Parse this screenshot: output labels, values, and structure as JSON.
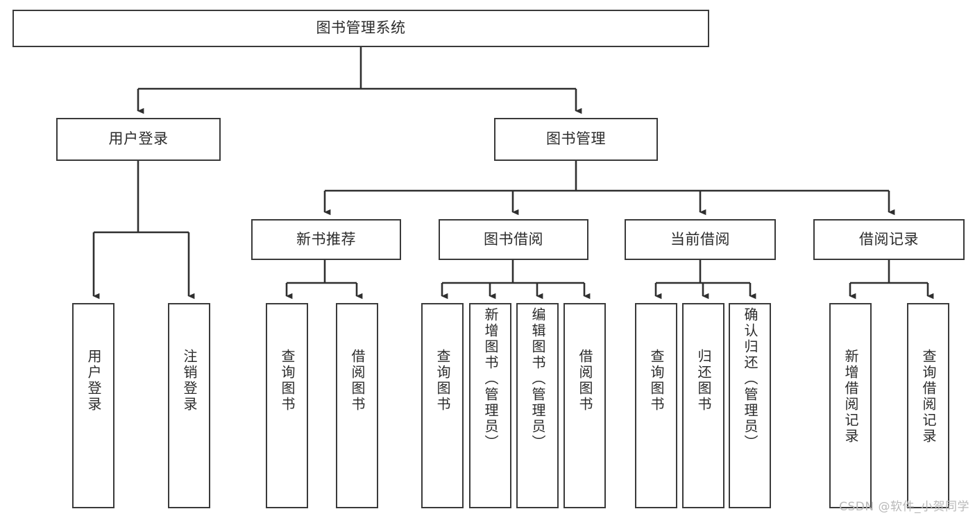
{
  "diagram": {
    "type": "hierarchy-tree",
    "title": "图书管理系统",
    "watermark": "CSDN @软件_小贺同学",
    "colors": {
      "background": "#ffffff",
      "box_stroke": "#3a3a3a",
      "box_fill": "#ffffff",
      "connector": "#2f2f2f",
      "text": "#2b2b2b",
      "watermark": "#b9b9b9"
    },
    "levels": {
      "root": {
        "label": "图书管理系统",
        "orientation": "horizontal"
      },
      "level2": [
        {
          "label": "用户登录",
          "orientation": "horizontal"
        },
        {
          "label": "图书管理",
          "orientation": "horizontal"
        }
      ],
      "level3": [
        {
          "label": "新书推荐",
          "orientation": "horizontal"
        },
        {
          "label": "图书借阅",
          "orientation": "horizontal"
        },
        {
          "label": "当前借阅",
          "orientation": "horizontal"
        },
        {
          "label": "借阅记录",
          "orientation": "horizontal"
        }
      ],
      "leaves": [
        {
          "label": "用户登录",
          "group": "用户登录",
          "orientation": "vertical"
        },
        {
          "label": "注销登录",
          "group": "用户登录",
          "orientation": "vertical"
        },
        {
          "label": "查询图书",
          "group": "新书推荐",
          "orientation": "vertical"
        },
        {
          "label": "借阅图书",
          "group": "新书推荐",
          "orientation": "vertical"
        },
        {
          "label": "查询图书",
          "group": "图书借阅",
          "orientation": "vertical"
        },
        {
          "label": "新增图书（管理员）",
          "group": "图书借阅",
          "orientation": "vertical"
        },
        {
          "label": "编辑图书（管理员）",
          "group": "图书借阅",
          "orientation": "vertical"
        },
        {
          "label": "借阅图书",
          "group": "图书借阅",
          "orientation": "vertical"
        },
        {
          "label": "查询图书",
          "group": "当前借阅",
          "orientation": "vertical"
        },
        {
          "label": "归还图书",
          "group": "当前借阅",
          "orientation": "vertical"
        },
        {
          "label": "确认归还（管理员）",
          "group": "当前借阅",
          "orientation": "vertical"
        },
        {
          "label": "新增借阅记录",
          "group": "借阅记录",
          "orientation": "vertical"
        },
        {
          "label": "查询借阅记录",
          "group": "借阅记录",
          "orientation": "vertical"
        }
      ]
    }
  }
}
